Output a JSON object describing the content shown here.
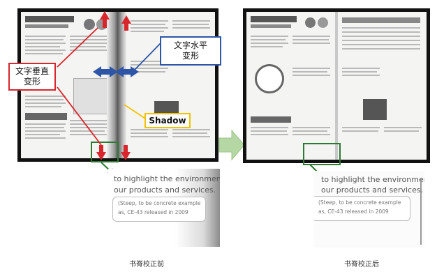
{
  "callouts": {
    "vertical_deform": "文字垂直\n变形",
    "horizontal_deform": "文字水平\n变形",
    "shadow": "Shadow"
  },
  "zoom_text": {
    "line1": "to highlight the environmental",
    "line2": "our products and services.",
    "box_line1": "(Steep, to be concrete example",
    "box_line2": "as, CE-43 released in 2009"
  },
  "captions": {
    "before": "书脊校正前",
    "after": "书脊校正后"
  },
  "colors": {
    "red_arrow": "#d9262c",
    "blue_arrow": "#2f55a6",
    "callout_red": "#d9262c",
    "callout_blue": "#2f55a6",
    "callout_yellow": "#f2c200",
    "green_box": "#2e7a33",
    "transition_arrow": "#b5d7a4"
  },
  "icons": [
    "arrow-up-icon",
    "arrow-down-icon",
    "arrow-left-right-icon",
    "arrow-right-icon",
    "arrow-down-right-icon"
  ]
}
